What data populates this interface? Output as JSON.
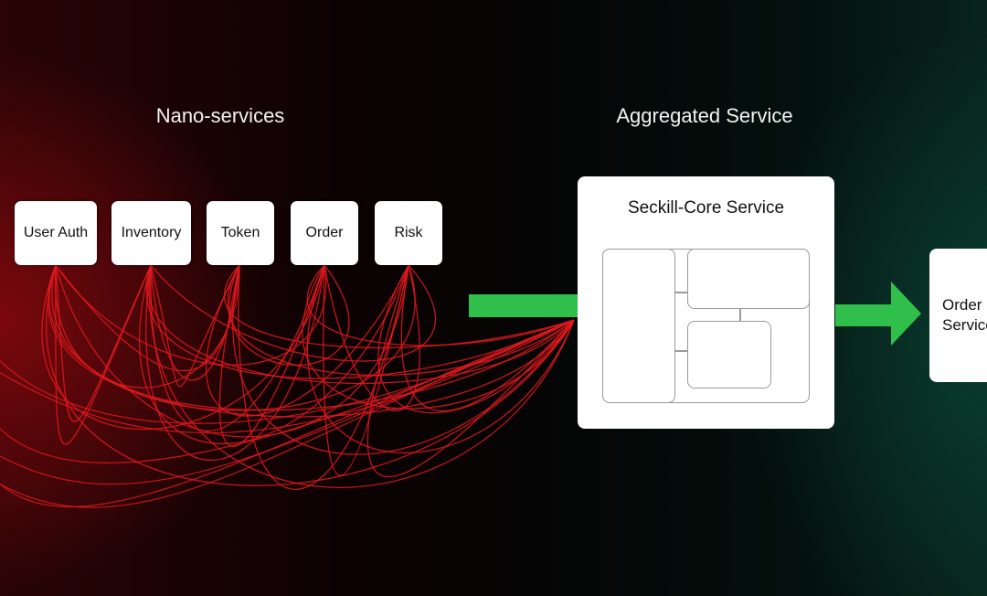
{
  "left_section": {
    "heading": "Nano-services",
    "services": [
      "User Auth",
      "Inventory",
      "Token",
      "Order",
      "Risk"
    ]
  },
  "right_section": {
    "heading": "Aggregated Service",
    "core_service": "Seckill-Core Service",
    "downstream_service": [
      "Order",
      "Service"
    ]
  },
  "colors": {
    "wire": "#e0191f",
    "arrow": "#2fbf4a",
    "box": "#ffffff"
  }
}
